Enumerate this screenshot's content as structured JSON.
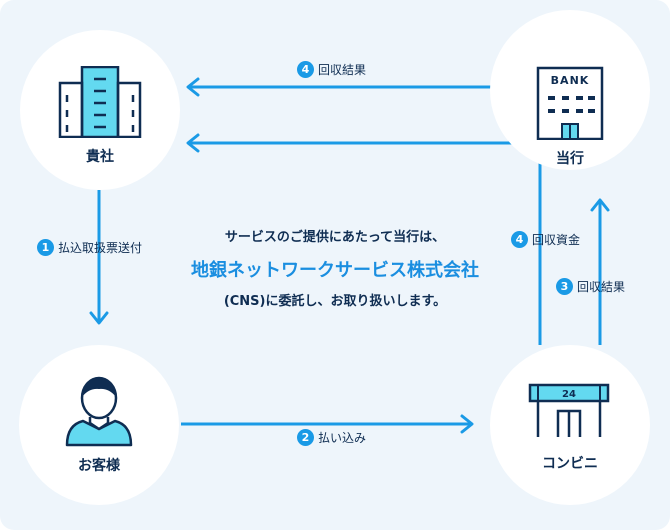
{
  "nodes": {
    "company": "貴社",
    "bank": "当行",
    "customer": "お客様",
    "convenience_store": "コンビニ",
    "bank_sign": "BANK",
    "store_sign": "24"
  },
  "steps": {
    "step1": {
      "num": "1",
      "label": "払込取扱票送付"
    },
    "step2": {
      "num": "2",
      "label": "払い込み"
    },
    "step3": {
      "num": "3",
      "label": "回収結果"
    },
    "step4_result": {
      "num": "4",
      "label": "回収結果"
    },
    "step4_funds": {
      "num": "4",
      "label": "回収資金"
    }
  },
  "center": {
    "line1": "サービスのご提供にあたって当行は、",
    "line2": "地銀ネットワークサービス株式会社",
    "line3": "(CNS)に委託し、お取り扱いします。"
  },
  "colors": {
    "accent": "#1a9ae6",
    "navy": "#0f2d52",
    "background": "#eef5fb"
  }
}
